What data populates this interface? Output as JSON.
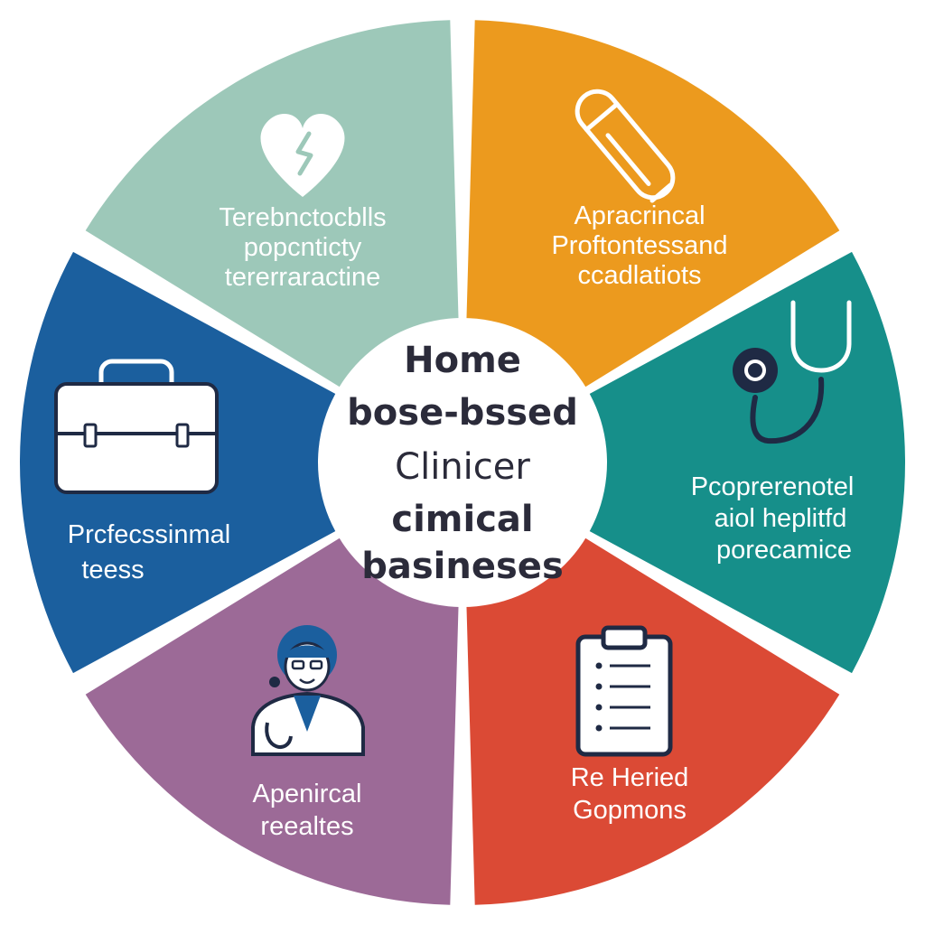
{
  "colors": {
    "top_left": "#9dc8b9",
    "top_right": "#ec9a1e",
    "right": "#168f8a",
    "bottom_right": "#db4a35",
    "bottom_left": "#9c6a97",
    "left": "#1b5f9e",
    "center": "#ffffff",
    "center_text": "#2b2b3a"
  },
  "center": {
    "line1": "Home",
    "line2": "bose-bssed",
    "line3": "Clinicer",
    "line4": "cimical",
    "line5": "basineses"
  },
  "segments": {
    "top_left": {
      "icon": "broken-heart-icon",
      "lines": [
        "Terebnctocblls",
        "popcnticty",
        "tererraractine"
      ]
    },
    "top_right": {
      "icon": "test-tube-icon",
      "lines": [
        "Apracrincal",
        "Proftontessand",
        "ccadlatiots"
      ]
    },
    "right": {
      "icon": "stethoscope-icon",
      "lines": [
        "Pcoprerenotel",
        "aiol heplitfd",
        "porecamice"
      ]
    },
    "bottom_right": {
      "icon": "clipboard-checklist-icon",
      "lines": [
        "Re Heried",
        "Gopmons"
      ]
    },
    "bottom_left": {
      "icon": "nurse-avatar-icon",
      "lines": [
        "Apenircal",
        "reealtes"
      ]
    },
    "left": {
      "icon": "briefcase-icon",
      "lines": [
        "Prcfecssinmal",
        "teess"
      ]
    }
  }
}
